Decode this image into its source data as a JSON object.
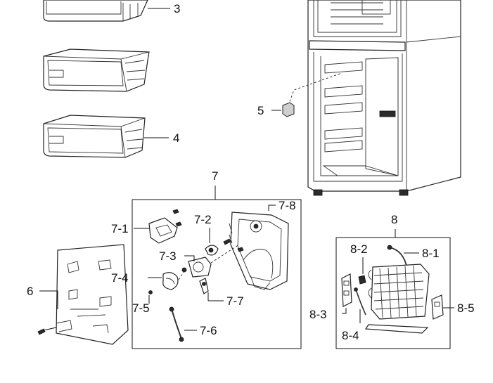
{
  "labels": {
    "p3": "3",
    "p4": "4",
    "p5": "5",
    "p6": "6",
    "p7": "7",
    "p7_1": "7-1",
    "p7_2": "7-2",
    "p7_3": "7-3",
    "p7_4": "7-4",
    "p7_5": "7-5",
    "p7_6": "7-6",
    "p7_7": "7-7",
    "p7_8": "7-8",
    "p8": "8",
    "p8_1": "8-1",
    "p8_2": "8-2",
    "p8_3": "8-3",
    "p8_4": "8-4",
    "p8_5": "8-5"
  }
}
